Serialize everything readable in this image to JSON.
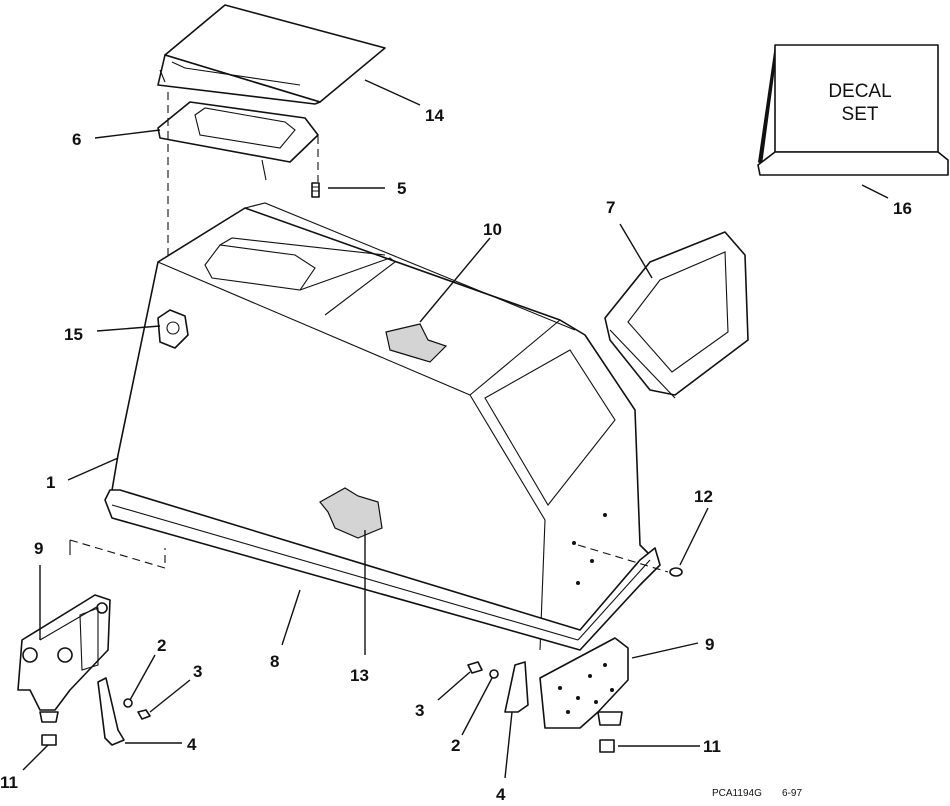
{
  "diagram": {
    "decal_box_line1": "DECAL",
    "decal_box_line2": "SET",
    "callouts": {
      "c1": "1",
      "c2a": "2",
      "c2b": "2",
      "c3a": "3",
      "c3b": "3",
      "c4a": "4",
      "c4b": "4",
      "c5": "5",
      "c6": "6",
      "c7": "7",
      "c8": "8",
      "c9a": "9",
      "c9b": "9",
      "c10": "10",
      "c11a": "11",
      "c11b": "11",
      "c12": "12",
      "c13": "13",
      "c14": "14",
      "c15": "15",
      "c16": "16"
    },
    "footer_code": "PCA1194G",
    "footer_date": "6-97"
  }
}
